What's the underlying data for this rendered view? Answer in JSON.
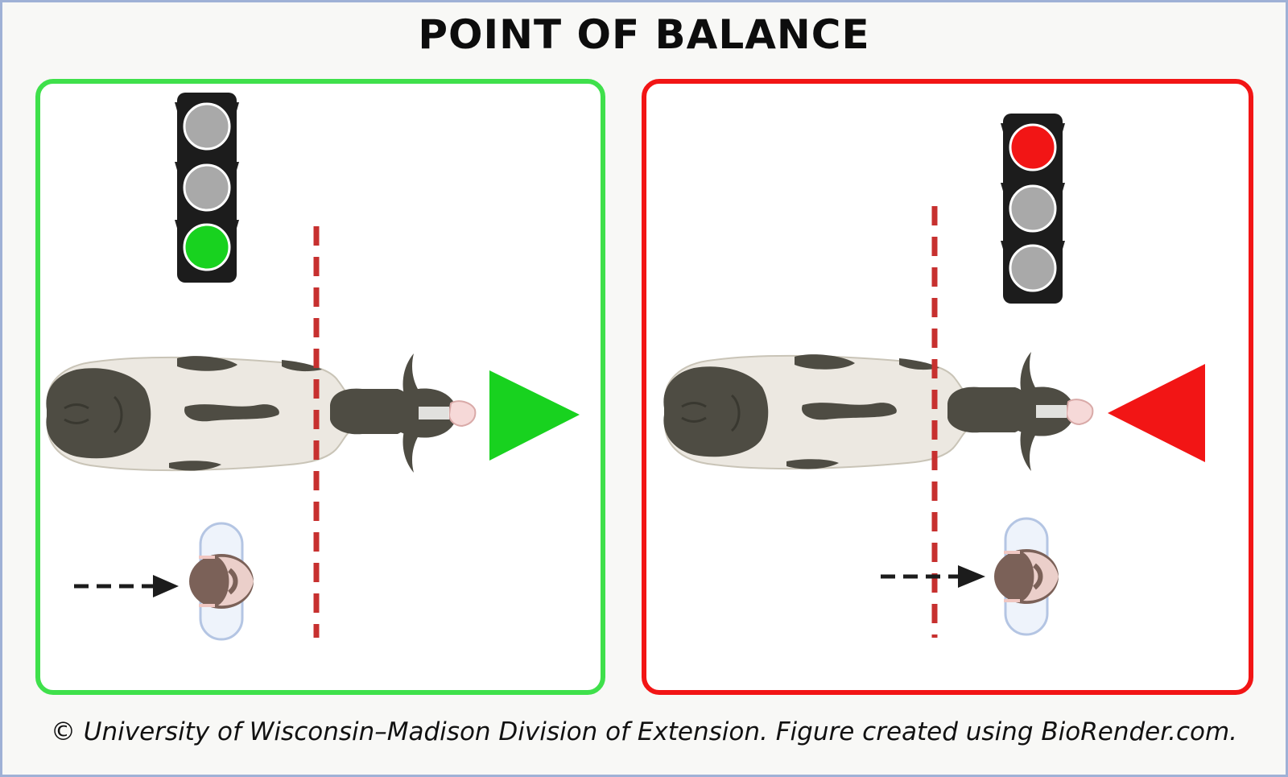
{
  "title": "POINT OF BALANCE",
  "caption": "© University of Wisconsin–Madison Division of Extension. Figure created using BioRender.com.",
  "colors": {
    "go": "#3fe04b",
    "go_arrow": "#18d21f",
    "stop": "#f21515",
    "light_off": "#a9a9a9",
    "balance_line": "#c7302f",
    "frame": "#9fb1d6"
  },
  "panels": [
    {
      "id": "left",
      "signal": "green",
      "direction_arrow": "right",
      "handler_position": "behind-point-of-balance"
    },
    {
      "id": "right",
      "signal": "red",
      "direction_arrow": "left",
      "handler_position": "ahead-of-point-of-balance"
    }
  ],
  "icons": [
    "traffic-light-icon",
    "cow-icon",
    "person-icon",
    "direction-arrow-icon",
    "dashed-arrow-icon"
  ]
}
